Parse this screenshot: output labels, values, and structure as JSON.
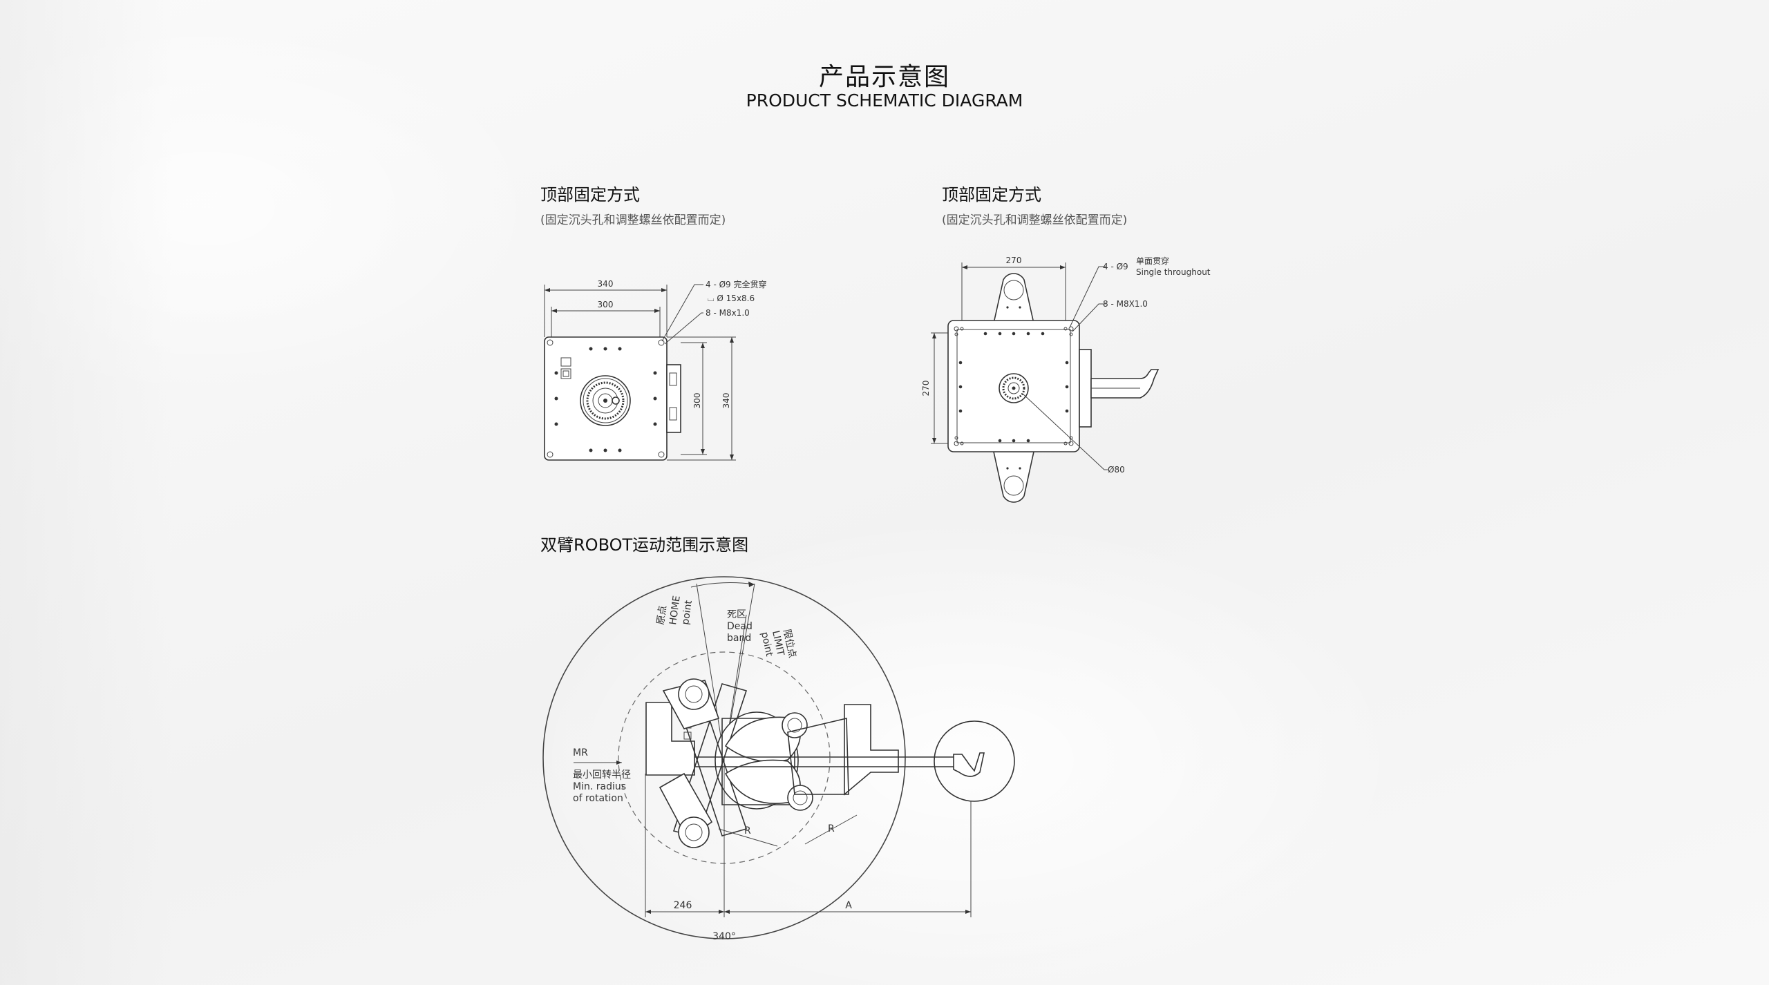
{
  "header": {
    "title_cn": "产品示意图",
    "title_en": "PRODUCT SCHEMATIC DIAGRAM"
  },
  "section_left": {
    "title": "顶部固定方式",
    "subtitle": "(固定沉头孔和调整螺丝依配置而定)",
    "dims": {
      "w_outer": "340",
      "w_inner": "300",
      "h_inner": "300",
      "h_outer": "340",
      "note1": "4 - Ø9 完全贯穿",
      "note2": "⌴ Ø 15x8.6",
      "note3": "8 - M8x1.0"
    }
  },
  "section_right": {
    "title": "顶部固定方式",
    "subtitle": "(固定沉头孔和调整螺丝依配置而定)",
    "dims": {
      "w": "270",
      "h": "270",
      "note1": "4 - Ø9",
      "note1b_cn": "单面贯穿",
      "note1b_en": "Single throughout",
      "note2": "8 - M8X1.0",
      "dia": "Ø80"
    }
  },
  "section_motion": {
    "title": "双臂ROBOT运动范围示意图",
    "labels": {
      "home_cn": "原点",
      "home_en1": "HOME",
      "home_en2": "point",
      "dead_cn": "死区",
      "dead_en1": "Dead",
      "dead_en2": "band",
      "limit_cn": "限位点",
      "limit_en1": "LIMIT",
      "limit_en2": "point",
      "mr": "MR",
      "minr_cn": "最小回转半径",
      "minr_en1": "Min. radius",
      "minr_en2": "of rotation",
      "r1": "R",
      "r2": "R",
      "d246": "246",
      "a": "A",
      "angle": "340°"
    }
  }
}
